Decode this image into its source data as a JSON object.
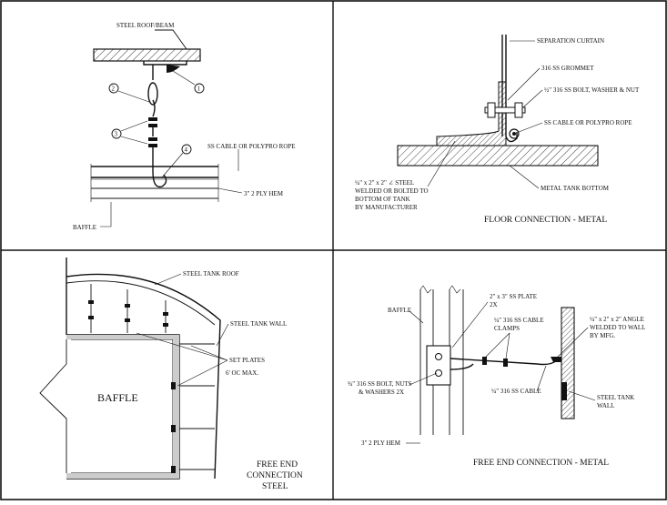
{
  "panels": {
    "top_left": {
      "labels": {
        "roof_beam": "STEEL ROOF/BEAM",
        "cable_rope": "SS CABLE OR POLYPRO ROPE",
        "hem": "3\" 2 PLY HEM",
        "baffle": "BAFFLE"
      },
      "callouts": [
        "1",
        "2",
        "3",
        "4"
      ]
    },
    "top_right": {
      "labels": {
        "separation_curtain": "SEPARATION CURTAIN",
        "grommet": "316 SS GROMMET",
        "bolt": "½\" 316 SS BOLT, WASHER & NUT",
        "cable_rope": "SS CABLE OR POLYPRO ROPE",
        "steel_angle": [
          "¼\" x 2\" x 2\" ∠ STEEL",
          "WELDED OR BOLTED TO",
          "BOTTOM OF TANK",
          "BY MANUFACTURER"
        ],
        "tank_bottom": "METAL TANK BOTTOM"
      },
      "caption": "FLOOR CONNECTION - METAL"
    },
    "bottom_left": {
      "labels": {
        "roof": "STEEL TANK ROOF",
        "wall": "STEEL TANK WALL",
        "set_plates": [
          "SET PLATES",
          "6' OC MAX."
        ],
        "baffle": "BAFFLE"
      },
      "caption": [
        "FREE END",
        "CONNECTION",
        "STEEL"
      ]
    },
    "bottom_right": {
      "labels": {
        "baffle": "BAFFLE",
        "plate": [
          "2\" x 3\" SS PLATE",
          "2X"
        ],
        "clamps": [
          "¼\" 316 SS CABLE",
          "CLAMPS"
        ],
        "angle": [
          "¼\" x 2\" x 2\" ANGLE",
          "WELDED TO WALL",
          "BY MFG."
        ],
        "bolt": [
          "¾\" 316 SS BOLT, NUTS",
          "& WASHERS 2X"
        ],
        "cable": "¼\" 316 SS CABLE",
        "tank_wall": [
          "STEEL TANK",
          "WALL"
        ],
        "hem": "3\" 2 PLY HEM"
      },
      "caption": "FREE END CONNECTION - METAL"
    }
  }
}
